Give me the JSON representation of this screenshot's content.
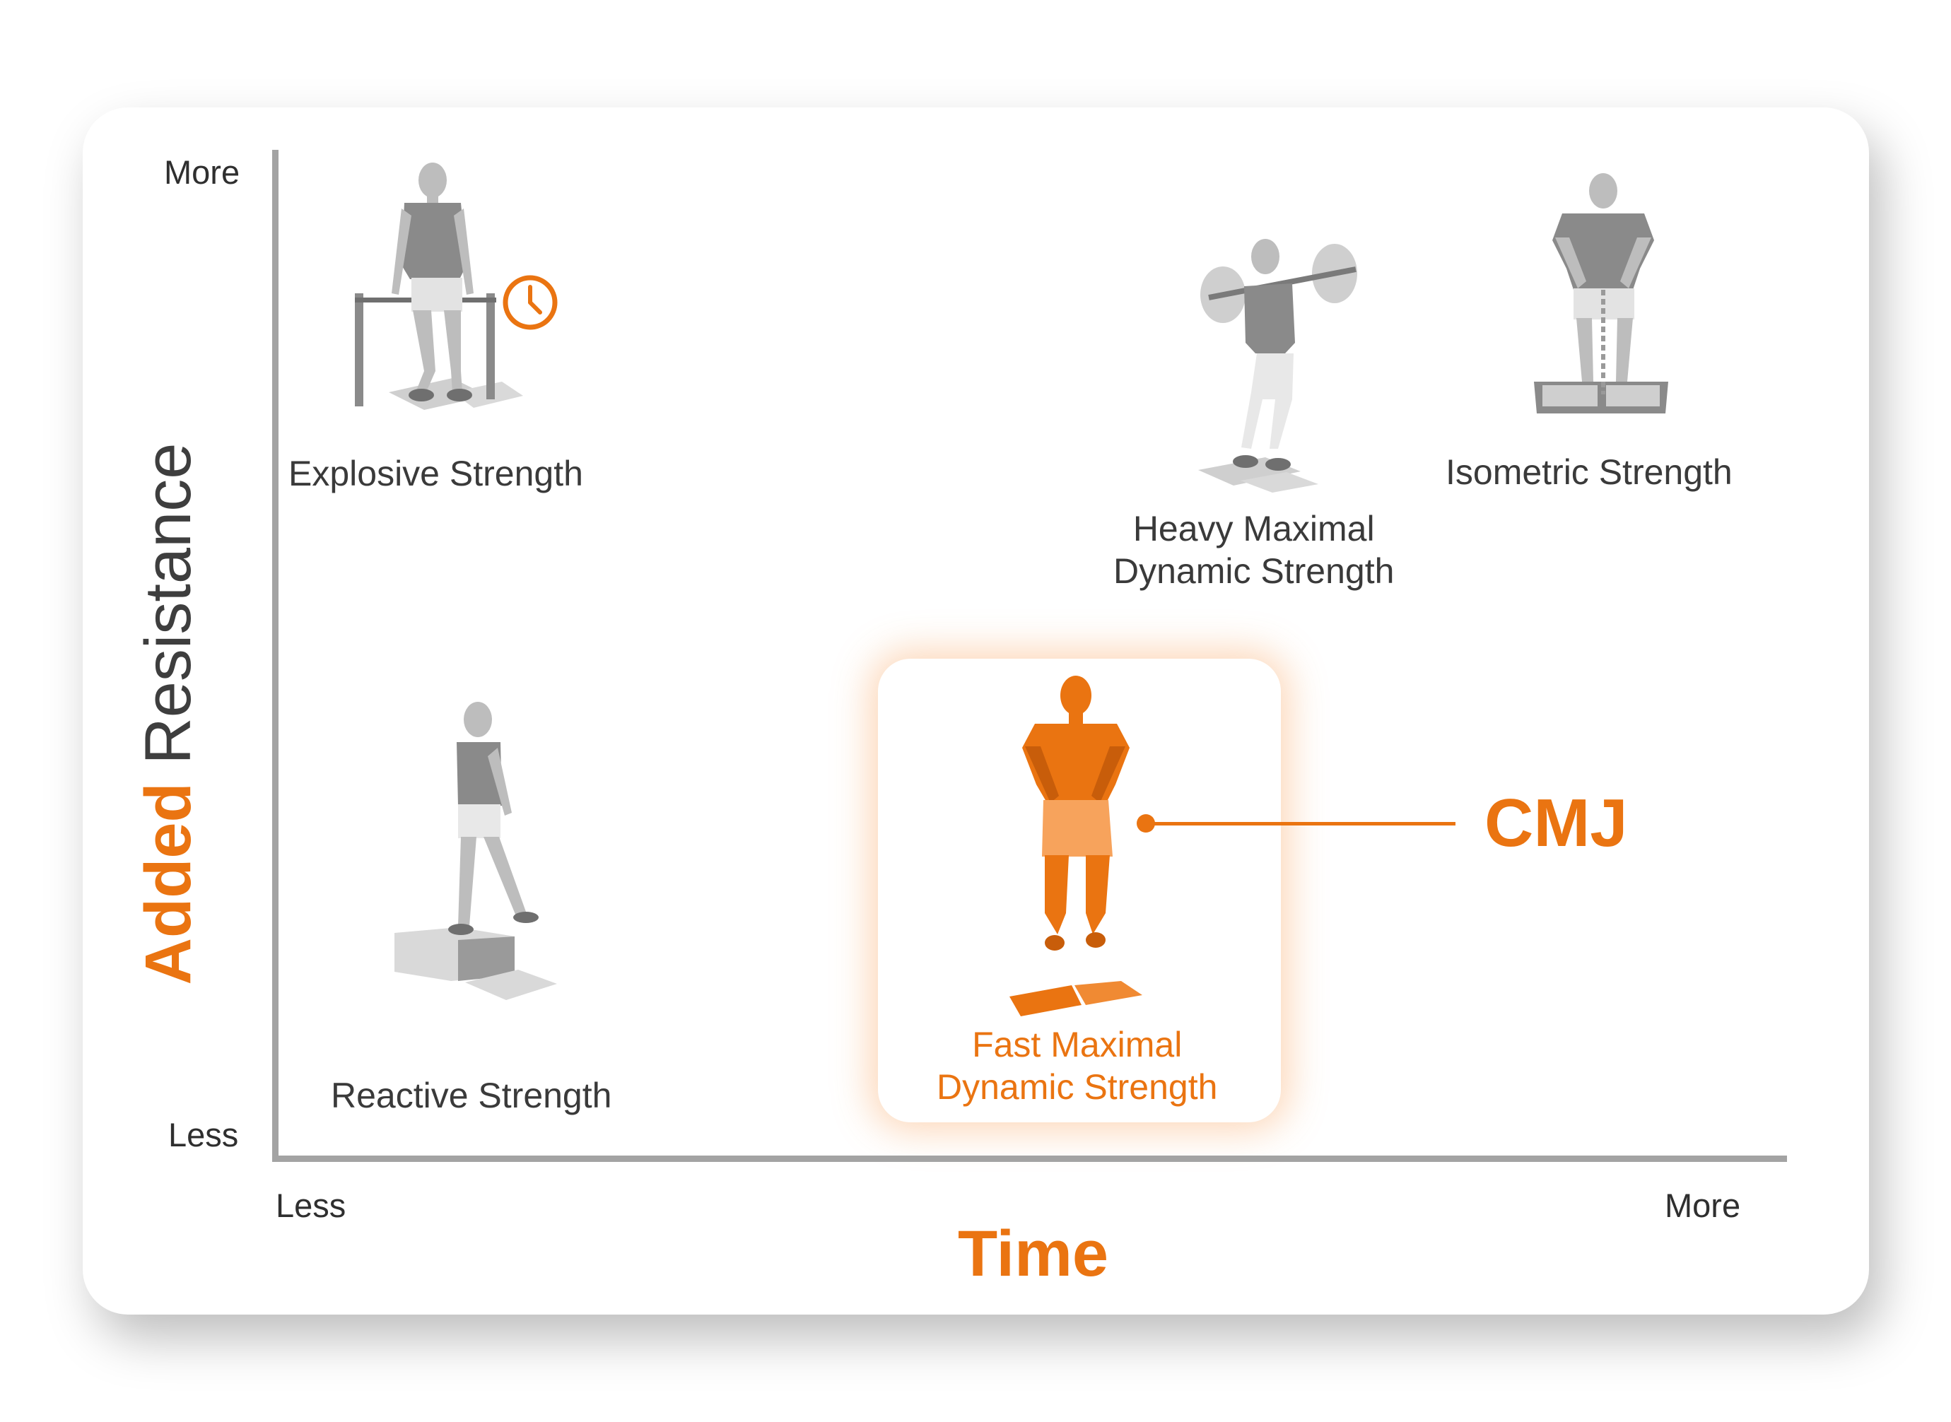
{
  "axes": {
    "y_title_colored": "Added",
    "y_title_plain": "Resistance",
    "x_title": "Time",
    "y_tick_top": "More",
    "y_tick_bottom": "Less",
    "x_tick_left": "Less",
    "x_tick_right": "More"
  },
  "quadrants": {
    "explosive": "Explosive Strength",
    "heavy_line1": "Heavy Maximal",
    "heavy_line2": "Dynamic Strength",
    "isometric": "Isometric Strength",
    "reactive": "Reactive Strength",
    "fast_line1": "Fast Maximal",
    "fast_line2": "Dynamic Strength"
  },
  "callout": {
    "label": "CMJ"
  },
  "colors": {
    "accent": "#ea7411",
    "accent_light": "#f7a35c",
    "figure_dark": "#8a8a8a",
    "figure_light": "#d4d4d4",
    "axis": "#a3a3a3"
  },
  "icons": [
    "stopwatch-icon",
    "deadlift-figure",
    "squat-figure",
    "isometric-pull-figure",
    "drop-jump-figure",
    "cmj-figure"
  ]
}
